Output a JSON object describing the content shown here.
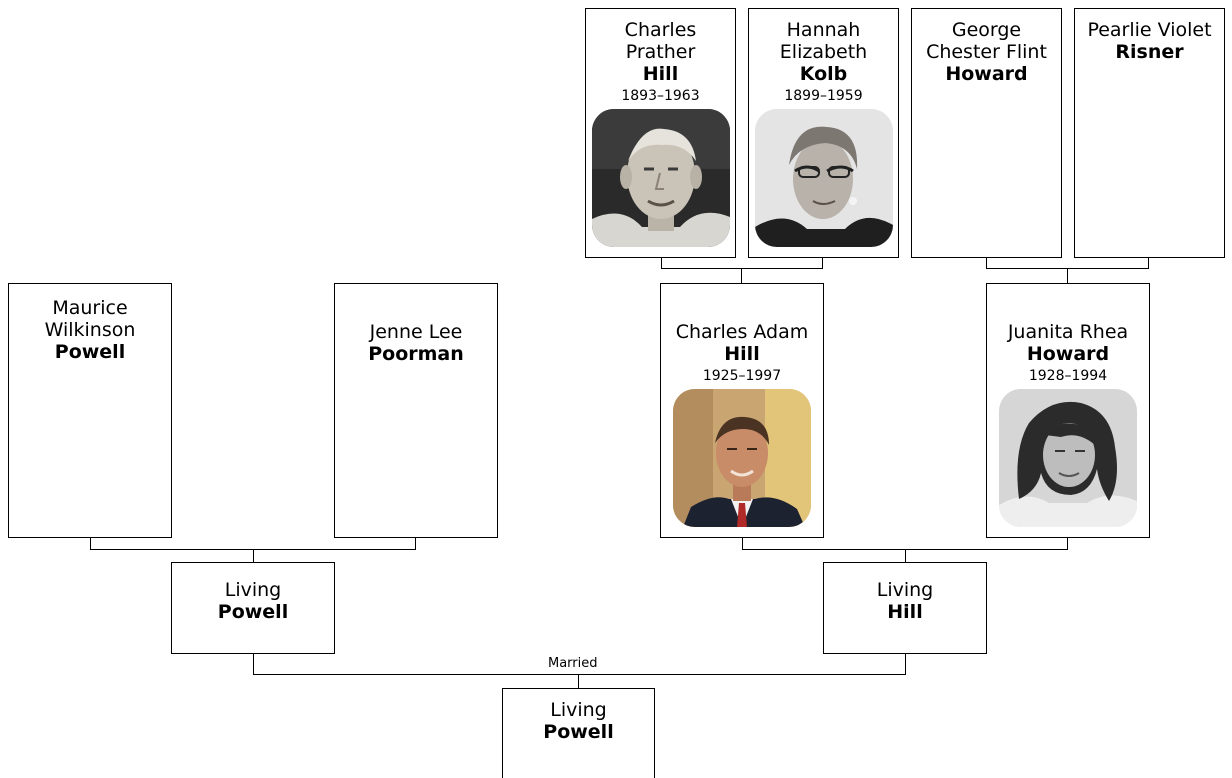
{
  "people": {
    "gp1": {
      "given": "Charles\nPrather",
      "surname": "Hill",
      "dates": "1893–1963",
      "photo": "portrait-elderly-man"
    },
    "gp2": {
      "given": "Hannah\nElizabeth",
      "surname": "Kolb",
      "dates": "1899–1959",
      "photo": "portrait-elderly-woman-glasses"
    },
    "gp3": {
      "given": "George\nChester Flint",
      "surname": "Howard"
    },
    "gp4": {
      "given": "Pearlie Violet",
      "surname": "Risner"
    },
    "p1": {
      "given": "Maurice\nWilkinson",
      "surname": "Powell"
    },
    "p2": {
      "given": "Jenne Lee",
      "surname": "Poorman"
    },
    "p3": {
      "given": "Charles Adam",
      "surname": "Hill",
      "dates": "1925–1997",
      "photo": "portrait-man-suit"
    },
    "p4": {
      "given": "Juanita Rhea",
      "surname": "Howard",
      "dates": "1928–1994",
      "photo": "portrait-young-woman"
    },
    "c1": {
      "given": "Living",
      "surname": "Powell"
    },
    "c2": {
      "given": "Living",
      "surname": "Hill"
    },
    "root": {
      "given": "Living",
      "surname": "Powell"
    }
  },
  "edge_label": "Married",
  "colors": {
    "border": "#000000",
    "background": "#ffffff"
  }
}
